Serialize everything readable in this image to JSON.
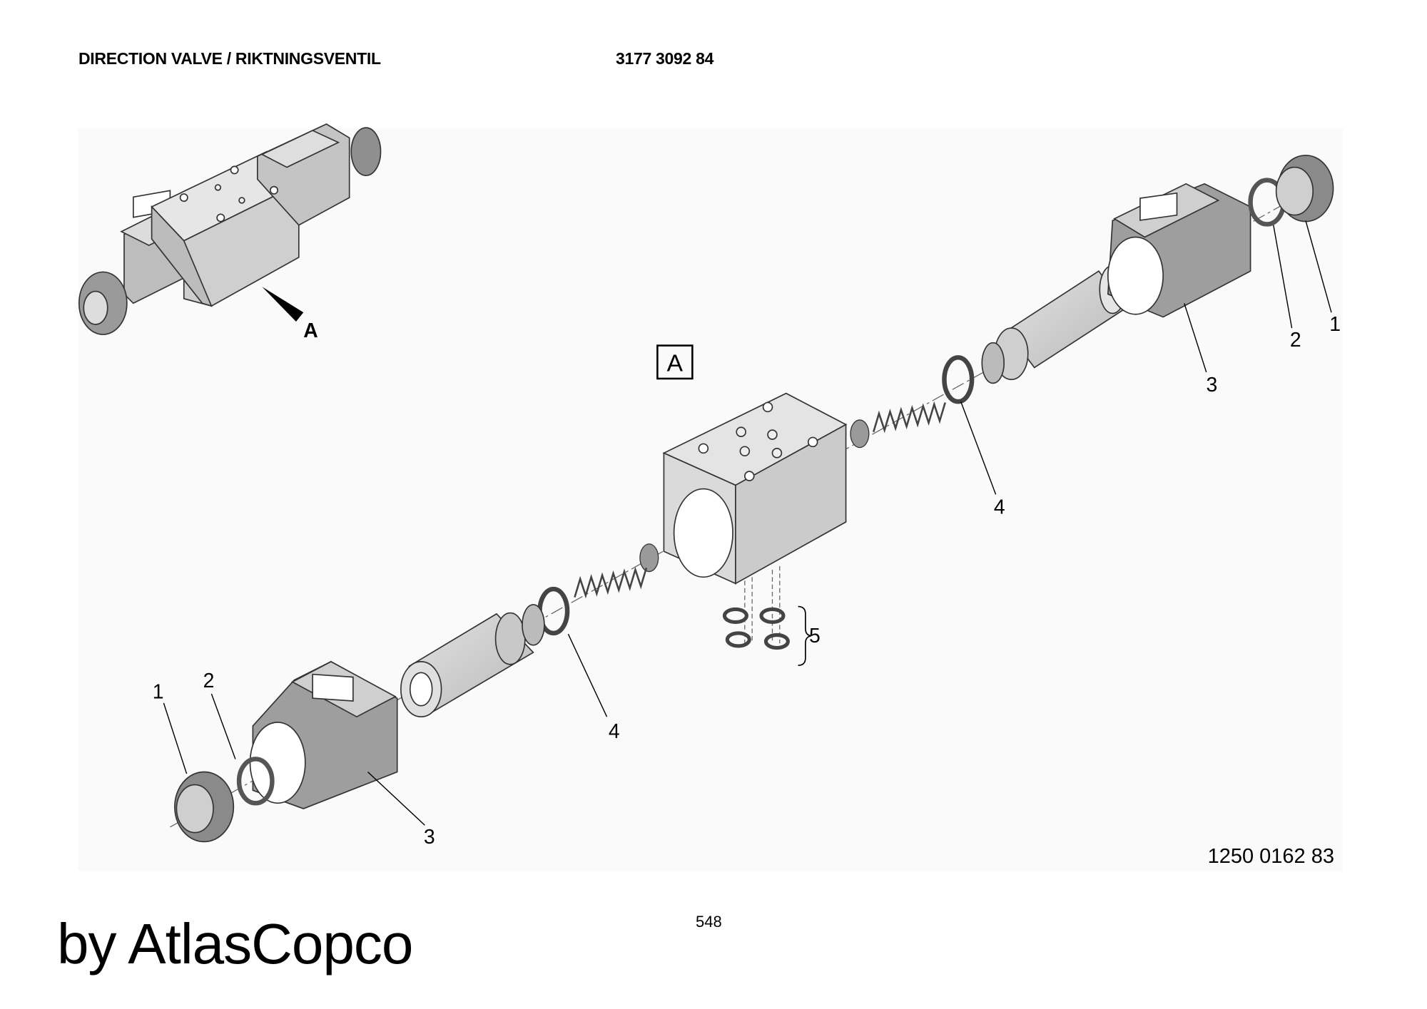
{
  "header": {
    "title": "DIRECTION VALVE / RIKTNINGSVENTIL",
    "document_number": "3177 3092 84"
  },
  "drawing": {
    "detail_label": "A",
    "detail_box_label": "A",
    "callouts_right": {
      "nut": "1",
      "ring": "2",
      "coil": "3",
      "seal": "4"
    },
    "callouts_left": {
      "nut": "1",
      "ring": "2",
      "coil": "3",
      "seal": "4"
    },
    "callout_orings": "5",
    "figure_number": "1250 0162 83"
  },
  "footer": {
    "page_number": "548",
    "brand": "by AtlasCopco"
  }
}
